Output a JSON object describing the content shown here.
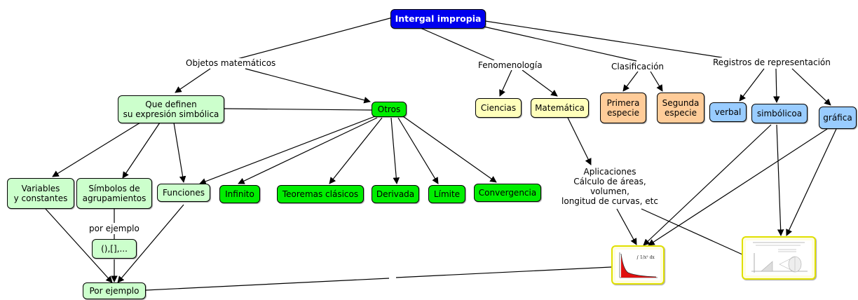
{
  "root": "Intergal impropia",
  "links": {
    "objetos": "Objetos matemáticos",
    "fenomenologia": "Fenomenología",
    "clasificacion": "Clasificación",
    "registros": "Registros de representación",
    "por_ejemplo_link": "por ejemplo"
  },
  "nodes": {
    "que_definen": "Que definen\nsu expresión simbólica",
    "otros": "Otros",
    "variables": "Variables\ny constantes",
    "simbolos": "Símbolos de\nagrupamientos",
    "funciones": "Funciones",
    "infinito": "Infinito",
    "teoremas": "Teoremas clásicos",
    "derivada": "Derivada",
    "limite": "Límite",
    "convergencia": "Convergencia",
    "parentesis": "(),[],...",
    "por_ejemplo": "Por ejemplo",
    "ciencias": "Ciencias",
    "matematica": "Matemática",
    "aplicaciones": "Aplicaciones\nCálculo de áreas,\nvolumen,\nlongitud de curvas, etc",
    "primera": "Primera\nespecie",
    "segunda": "Segunda\nespecie",
    "verbal": "verbal",
    "simbolicoa": "simbólicoa",
    "grafica": "gráfica"
  },
  "colors": {
    "root": "#0000ee",
    "light_green": "#ccffcc",
    "green": "#00ee00",
    "yellow": "#ffffbb",
    "orange": "#ffcc99",
    "blue": "#99ccff",
    "thumb_border": "#e0e000"
  }
}
